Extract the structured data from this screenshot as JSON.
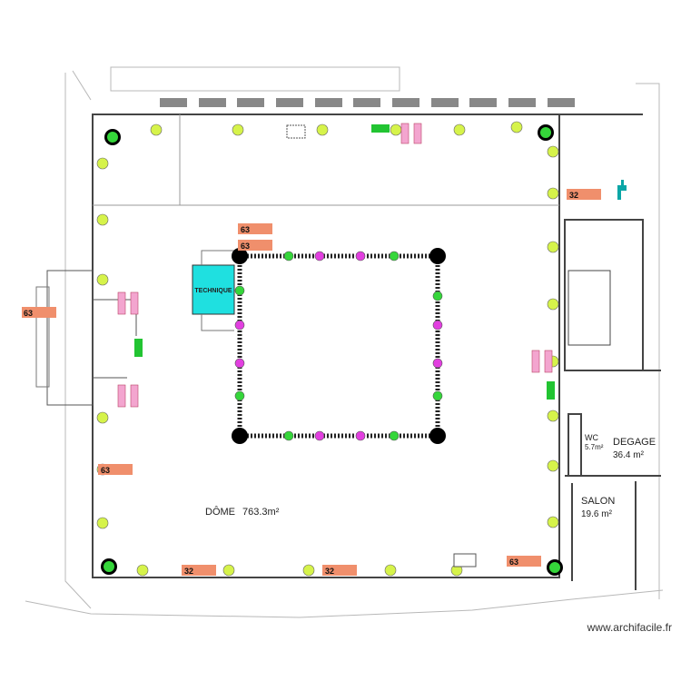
{
  "plan": {
    "rooms": [
      {
        "id": "dome",
        "name": "DÔME",
        "area": "763.3m²"
      },
      {
        "id": "technique",
        "name": "TECHNIQUE"
      },
      {
        "id": "wc",
        "name": "WC",
        "area": "5.7m²"
      },
      {
        "id": "degage",
        "name": "DEGAGE",
        "area": "36.4 m²"
      },
      {
        "id": "salon",
        "name": "SALON",
        "area": "19.6 m²"
      }
    ],
    "power_boxes": [
      "63",
      "63",
      "63",
      "63",
      "32",
      "32",
      "32",
      "63"
    ],
    "watermark": "www.archifacile.fr",
    "colors": {
      "wall": "#444444",
      "yellow_marker": "#d6f34a",
      "green_marker": "#35d63a",
      "magenta_marker": "#e23fe0",
      "power_box": "#f08f6c",
      "technique": "#1fe0e0",
      "pink_unit": "#f3a5cf",
      "exit_sign": "#22c432",
      "truss_node": "#000000"
    }
  }
}
